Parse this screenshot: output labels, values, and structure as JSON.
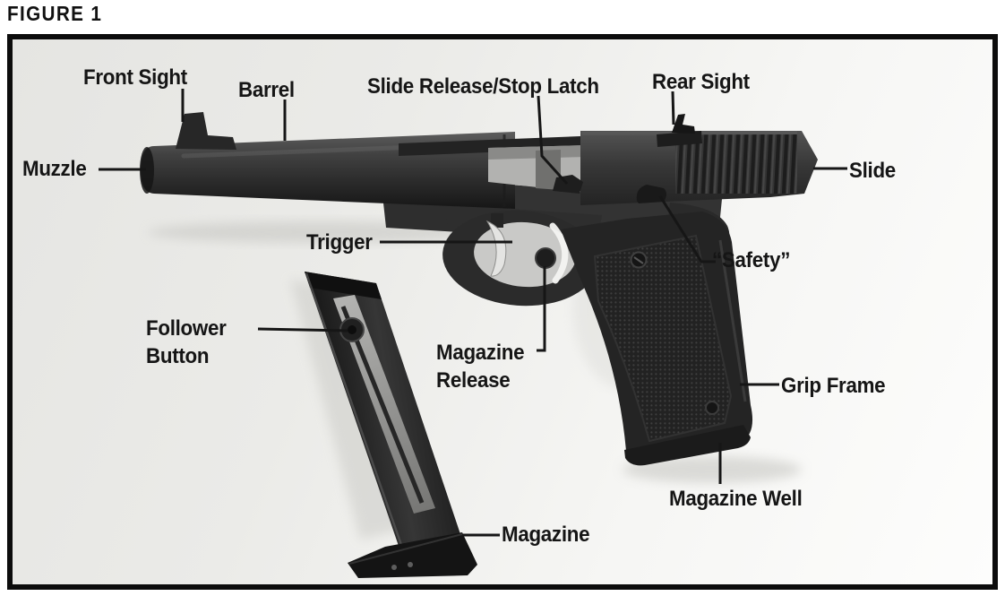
{
  "figure": {
    "heading": "FIGURE 1",
    "labels": {
      "front_sight": "Front Sight",
      "barrel": "Barrel",
      "slide_release": "Slide Release/Stop Latch",
      "rear_sight": "Rear Sight",
      "slide": "Slide",
      "muzzle": "Muzzle",
      "trigger": "Trigger",
      "safety": "“Safety”",
      "follower_button": "Follower\nButton",
      "magazine_release": "Magazine\nRelease",
      "grip_frame": "Grip Frame",
      "magazine_well": "Magazine Well",
      "magazine": "Magazine"
    },
    "colors": {
      "border": "#0c0c0c",
      "label_text": "#151515",
      "leader_line": "#161616",
      "gun_dark": "#2a2a2a",
      "photo_bg": "#e9e9e6",
      "trigger_silver": "#e4e4e2"
    }
  }
}
